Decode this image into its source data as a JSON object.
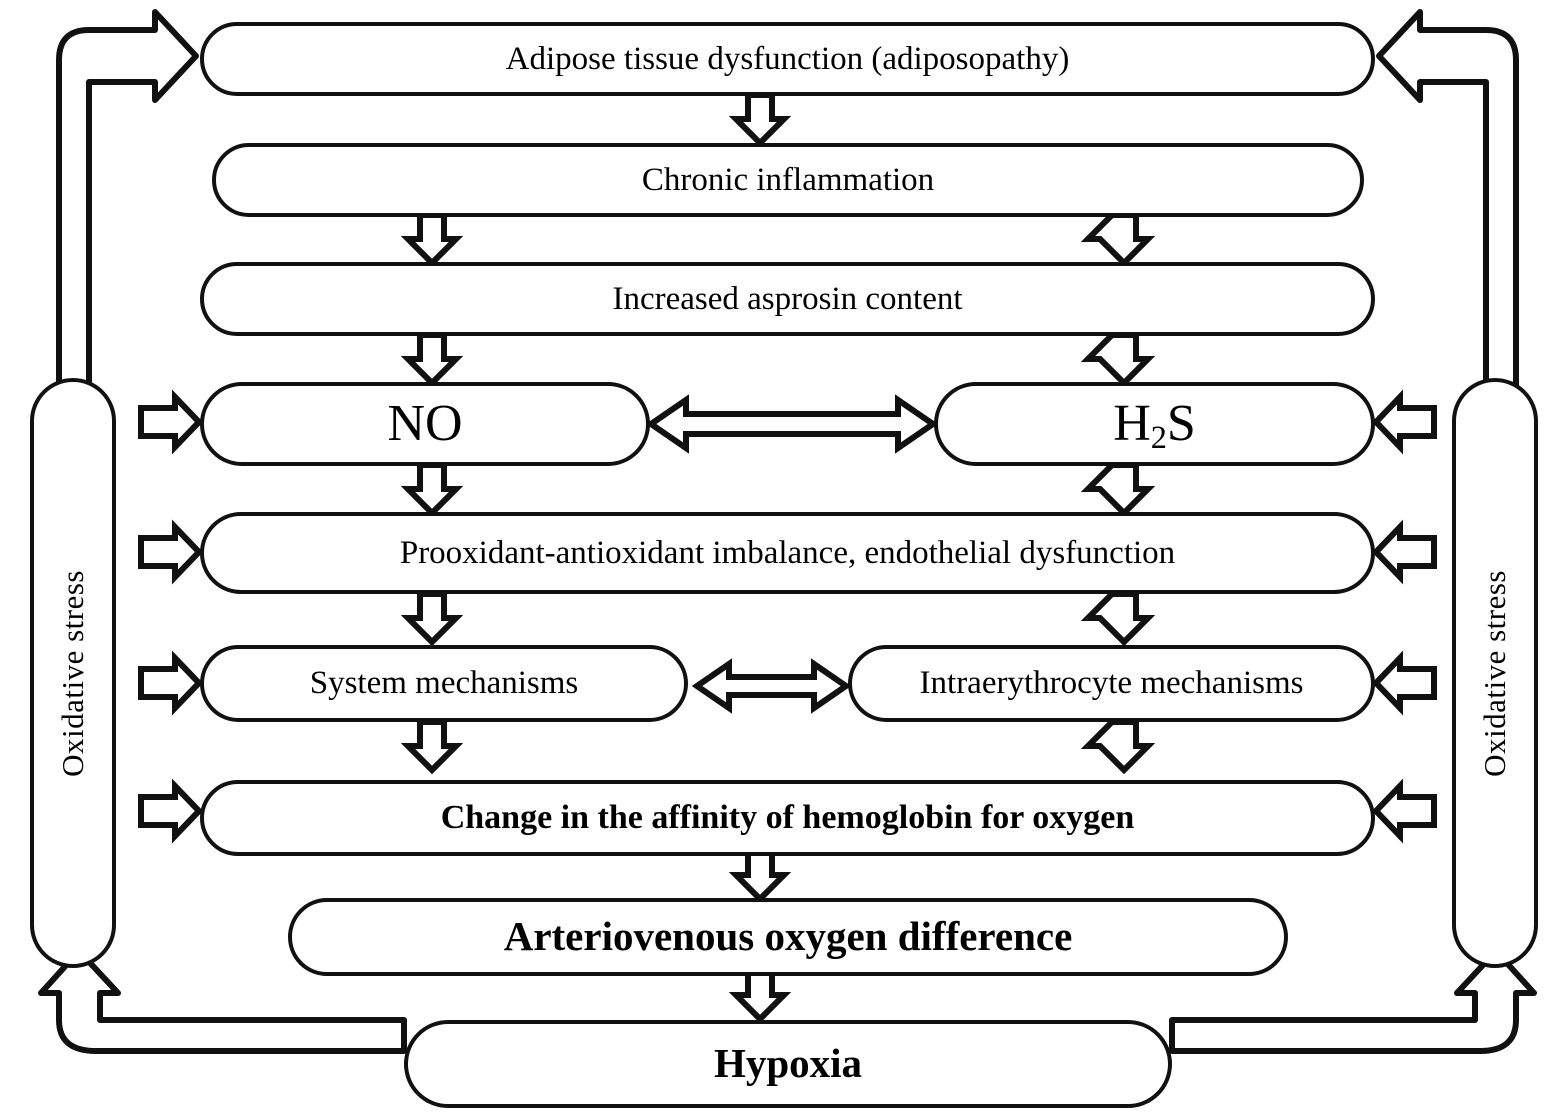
{
  "diagram": {
    "title": "Adipose tissue dysfunction to hypoxia pathway",
    "stroke_color": "#111111",
    "fill_color": "#ffffff",
    "nodes": {
      "adipose": "Adipose tissue dysfunction (adiposopathy)",
      "chronic_inflammation": "Chronic inflammation",
      "asprosin": "Increased asprosin content",
      "no": "NO",
      "h2s_prefix": "H",
      "h2s_sub": "2",
      "h2s_suffix": "S",
      "prooxidant": "Prooxidant-antioxidant imbalance, endothelial dysfunction",
      "system_mechanisms": "System mechanisms",
      "intraerythrocyte_mechanisms": "Intraerythrocyte mechanisms",
      "hemoglobin_affinity": "Change in the affinity of hemoglobin for oxygen",
      "arteriovenous": "Arteriovenous oxygen difference",
      "hypoxia": "Hypoxia",
      "oxidative_stress_left": "Oxidative stress",
      "oxidative_stress_right": "Oxidative stress"
    },
    "connectors": {
      "down_arrow": "down-block-arrow",
      "right_arrow": "right-block-arrow",
      "left_arrow": "left-block-arrow",
      "bidirectional_arrow": "double-headed-block-arrow",
      "elbow_up_right": "elbow-arrow-up-then-right",
      "elbow_up_left": "elbow-arrow-up-then-left",
      "elbow_left_up": "elbow-arrow-left-then-up",
      "elbow_right_up": "elbow-arrow-right-then-up"
    }
  }
}
